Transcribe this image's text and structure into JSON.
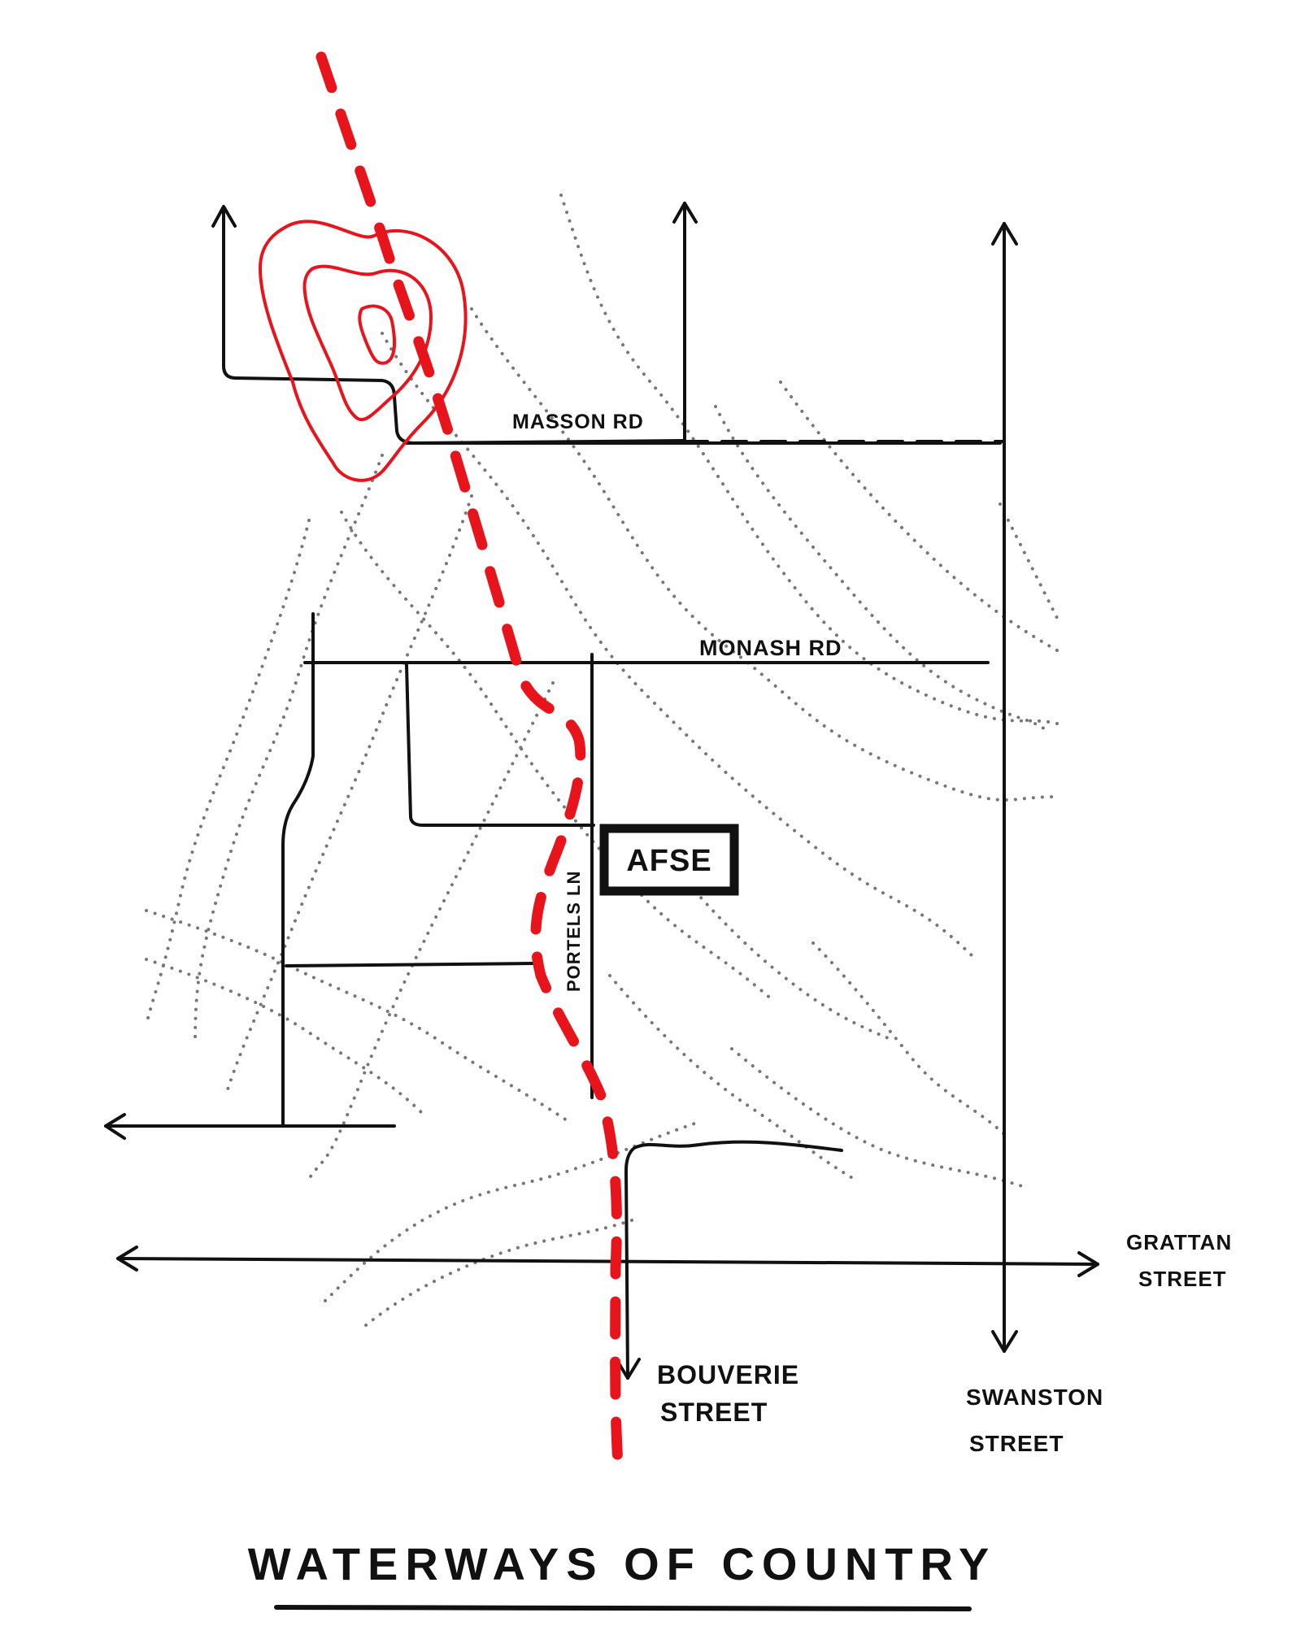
{
  "title": "WATERWAYS OF COUNTRY",
  "colors": {
    "waterway": "#e8141c",
    "roads": "#111111",
    "contours": "#777777"
  },
  "streets": {
    "masson": "MASSON RD",
    "monash": "MONASH RD",
    "portels": "PORTELS LN",
    "grattan": [
      "GRATTAN",
      "STREET"
    ],
    "bouverie": [
      "BOUVERIE",
      "STREET"
    ],
    "swanston": [
      "SWANSTON",
      "STREET"
    ]
  },
  "building": "AFSE"
}
